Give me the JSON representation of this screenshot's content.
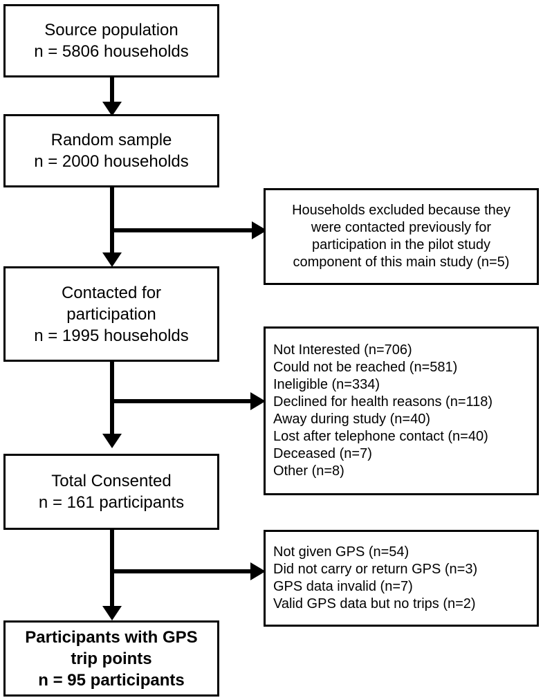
{
  "main_boxes": [
    {
      "lines": [
        "Source population",
        "n = 5806 households"
      ]
    },
    {
      "lines": [
        "Random sample",
        "n = 2000 households"
      ]
    },
    {
      "lines": [
        "Contacted for",
        "participation",
        "n = 1995 households"
      ]
    },
    {
      "lines": [
        "Total Consented",
        "n = 161 participants"
      ]
    },
    {
      "lines": [
        "Participants with GPS",
        "trip points",
        "n = 95 participants"
      ]
    }
  ],
  "exclusion_boxes": [
    {
      "lines": [
        "Households excluded because they",
        "were contacted previously for",
        "participation in the pilot study",
        "component of this main study (n=5)"
      ]
    },
    {
      "lines": [
        "Not Interested (n=706)",
        "Could not be reached (n=581)",
        "Ineligible (n=334)",
        "Declined for health reasons (n=118)",
        "Away during study (n=40)",
        "Lost after telephone contact (n=40)",
        "Deceased (n=7)",
        "Other (n=8)"
      ]
    },
    {
      "lines": [
        "Not given GPS (n=54)",
        "Did not carry or return GPS (n=3)",
        "GPS data invalid (n=7)",
        "Valid GPS data but no trips (n=2)"
      ]
    }
  ]
}
